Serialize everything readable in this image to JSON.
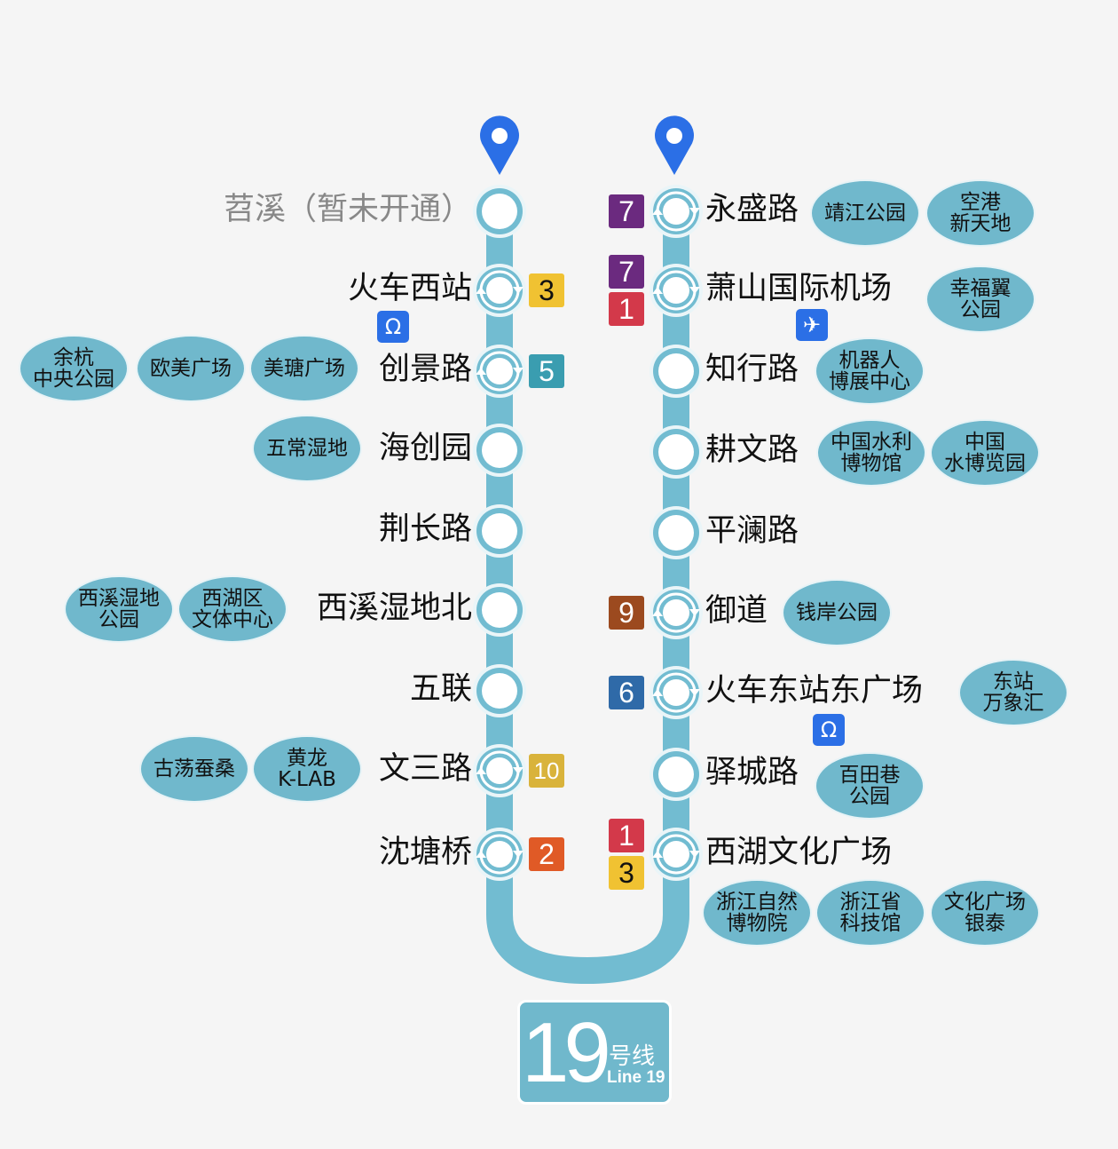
{
  "line_color": "#72bcd1",
  "line_colors": {
    "1": "#d3394a",
    "2": "#e05a26",
    "3": "#f0c232",
    "5": "#3a9db0",
    "6": "#2f6aa8",
    "7": "#6b2a7f",
    "9": "#9c4a1f",
    "10": "#d9b33b"
  },
  "left_stations": [
    {
      "name": "苕溪（暂未开通）",
      "open": false,
      "transfer": false,
      "lines": [],
      "pois": []
    },
    {
      "name": "火车西站",
      "transfer": true,
      "lines": [
        "3"
      ],
      "pois": [],
      "icon": "railway-station-icon"
    },
    {
      "name": "创景路",
      "transfer": true,
      "lines": [
        "5"
      ],
      "pois": [
        "余杭\n中央公园",
        "欧美广场",
        "美瑭广场"
      ]
    },
    {
      "name": "海创园",
      "transfer": false,
      "lines": [],
      "pois": [
        "五常湿地"
      ]
    },
    {
      "name": "荆长路",
      "transfer": false,
      "lines": [],
      "pois": []
    },
    {
      "name": "西溪湿地北",
      "transfer": false,
      "lines": [],
      "pois": [
        "西溪湿地\n公园",
        "西湖区\n文体中心"
      ]
    },
    {
      "name": "五联",
      "transfer": false,
      "lines": [],
      "pois": []
    },
    {
      "name": "文三路",
      "transfer": true,
      "lines": [
        "10"
      ],
      "pois": [
        "古荡蚕桑",
        "黄龙\nK-LAB"
      ]
    },
    {
      "name": "沈塘桥",
      "transfer": true,
      "lines": [
        "2"
      ],
      "pois": []
    }
  ],
  "right_stations": [
    {
      "name": "永盛路",
      "transfer": true,
      "lines": [
        "7"
      ],
      "pois": [
        "靖江公园",
        "空港\n新天地"
      ]
    },
    {
      "name": "萧山国际机场",
      "transfer": true,
      "lines": [
        "7",
        "1"
      ],
      "pois": [
        "幸福翼\n公园"
      ],
      "icon": "airport-icon"
    },
    {
      "name": "知行路",
      "transfer": false,
      "lines": [],
      "pois": [
        "机器人\n博展中心"
      ]
    },
    {
      "name": "耕文路",
      "transfer": false,
      "lines": [],
      "pois": [
        "中国水利\n博物馆",
        "中国\n水博览园"
      ]
    },
    {
      "name": "平澜路",
      "transfer": false,
      "lines": [],
      "pois": []
    },
    {
      "name": "御道",
      "transfer": true,
      "lines": [
        "9"
      ],
      "pois": [
        "钱岸公园"
      ]
    },
    {
      "name": "火车东站东广场",
      "transfer": true,
      "lines": [
        "6"
      ],
      "pois": [
        "东站\n万象汇"
      ],
      "icon": "railway-station-icon"
    },
    {
      "name": "驿城路",
      "transfer": false,
      "lines": [],
      "pois": [
        "百田巷\n公园"
      ]
    },
    {
      "name": "西湖文化广场",
      "transfer": true,
      "lines": [
        "1",
        "3"
      ],
      "pois": [
        "浙江自然\n博物院",
        "浙江省\n科技馆",
        "文化广场\n银泰"
      ]
    }
  ],
  "badge": {
    "number": "19",
    "cn": "号线",
    "en": "Line 19"
  }
}
